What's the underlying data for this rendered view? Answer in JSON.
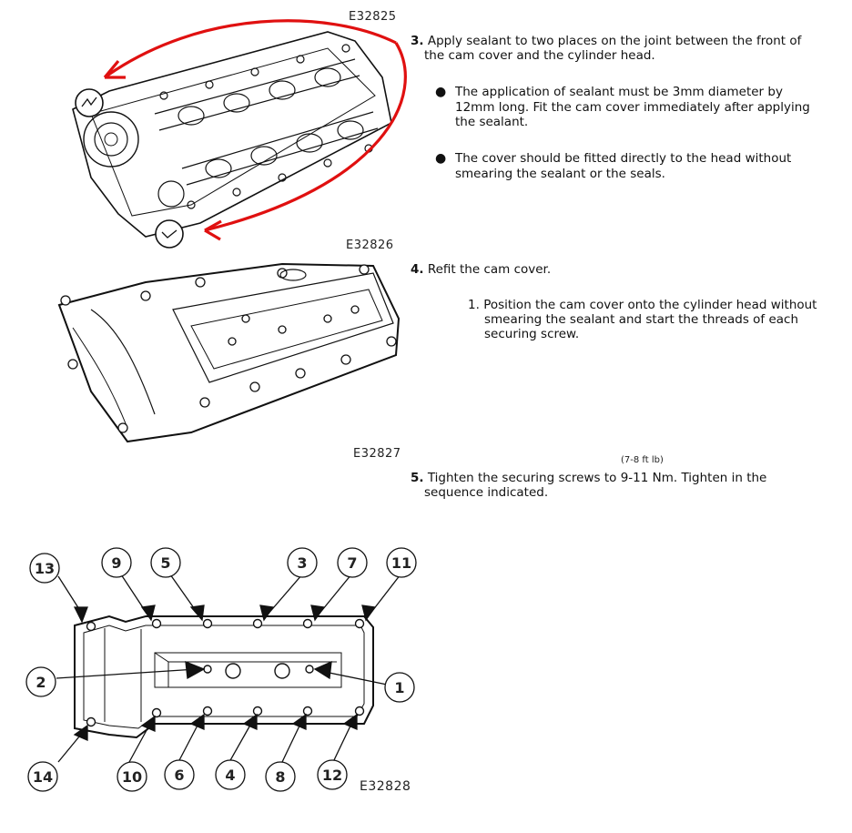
{
  "figures": {
    "fig1_code": "E32825",
    "fig2_code": "E32826",
    "fig3_code": "E32827",
    "fig4_code": "E32828"
  },
  "steps": [
    {
      "number": "3.",
      "text_line1": "Apply sealant to two places on the joint between the front of",
      "text_line2": "the cam cover and the cylinder head.",
      "bullets": [
        {
          "line1": "The application of sealant must be 3mm diameter by",
          "line2": "12mm long. Fit the cam cover immediately after applying",
          "line3": "the sealant."
        },
        {
          "line1": "The cover should be fitted directly to the head without",
          "line2": "smearing the sealant or the seals."
        }
      ]
    },
    {
      "number": "4.",
      "text_line1": "Refit the cam cover.",
      "substeps": [
        {
          "num": "1.",
          "line1": "Position the cam cover onto the cylinder head without",
          "line2": "smearing the sealant and start the threads of each",
          "line3": "securing screw."
        }
      ]
    },
    {
      "number": "5.",
      "text_line1": "Tighten the securing screws to 9-11 Nm. Tighten in the",
      "text_line2": "sequence indicated."
    }
  ],
  "torque_note": "(7-8 ft lb)",
  "sequence_numbers": {
    "top": [
      "13",
      "9",
      "5",
      "3",
      "7",
      "11"
    ],
    "left_mid": "2",
    "right_mid": "1",
    "bottom": [
      "14",
      "10",
      "6",
      "4",
      "8",
      "12"
    ]
  },
  "colors": {
    "annotation_red": "#e01010",
    "line": "#111111"
  }
}
